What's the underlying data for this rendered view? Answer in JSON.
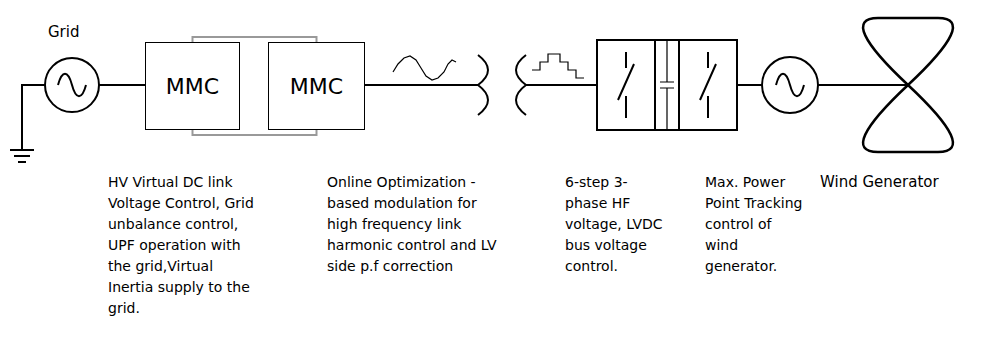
{
  "diagram": {
    "nodes": [
      {
        "text": [
          "MMC"
        ]
      },
      {
        "text": [
          "MMC"
        ]
      }
    ],
    "edges": [
      {
        "from": 0,
        "to": 1,
        "arrow": "none"
      },
      {
        "from": 0,
        "to": 1,
        "arrow": "none"
      }
    ],
    "labels": [
      "Grid",
      "HV Virtual DC link Voltage Control, Grid unbalance control, UPF operation with the grid,Virtual Inertia supply to the grid.",
      "Online Optimization -based modulation for high frequency link harmonic control and LV side p.f correction",
      "6-step 3-phase HF voltage, LVDC bus voltage control.",
      "Max. Power Point Tracking control of wind generator.",
      "Wind Generator"
    ]
  }
}
